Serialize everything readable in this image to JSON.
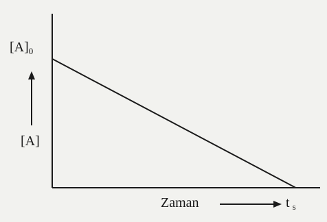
{
  "chart_data": {
    "type": "line",
    "title": "",
    "ylabel_top": "[A]",
    "ylabel_top_sub": "0",
    "ylabel": "[A]",
    "xlabel": "Zaman",
    "x_end_label": "t",
    "x_end_sub": "s",
    "series": [
      {
        "x": [
          0,
          1
        ],
        "y": [
          1,
          0
        ]
      }
    ],
    "xlim": [
      0,
      1.1
    ],
    "ylim": [
      0,
      1.35
    ],
    "grid": false,
    "legend": "none",
    "colors": {
      "line": "#1a1a1a",
      "axis": "#1a1a1a",
      "background": "#f2f2ef"
    }
  }
}
